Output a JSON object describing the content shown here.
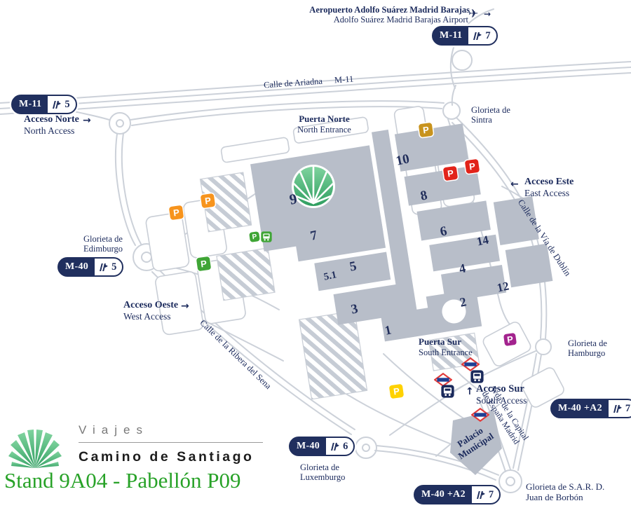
{
  "airport": {
    "line1": "Aeropuerto Adolfo Suárez Madrid Barajas",
    "line2": "Adolfo Suárez Madrid Barajas  Airport",
    "arrow": "→"
  },
  "icons": {
    "airplane": "✈",
    "parking": "P"
  },
  "streets": {
    "ariadna": "Calle de Ariadna",
    "ariadna_ref": "M-11",
    "dublin": "Calle de la Vía de Dublín",
    "ribera": "Calle de la Ribera del Sena",
    "avda1": "Avda. de la Capital",
    "avda2": "de España Madrid"
  },
  "badges": [
    {
      "road": "M-11",
      "value": "7"
    },
    {
      "road": "M-11",
      "value": "5"
    },
    {
      "road": "M-40",
      "value": "5"
    },
    {
      "road": "M-40",
      "value": "6"
    },
    {
      "road": "M-40 +A2",
      "value": "7"
    },
    {
      "road": "M-40 +A2",
      "value": "7"
    }
  ],
  "access": {
    "north": {
      "es": "Acceso Norte",
      "en": "North Access",
      "arrow": "→"
    },
    "east": {
      "es": "Acceso Este",
      "en": "East Access",
      "arrow": "←"
    },
    "west": {
      "es": "Acceso Oeste",
      "en": "West Access",
      "arrow": "→"
    },
    "south": {
      "es": "Acceso Sur",
      "en": "South Access",
      "arrow": "↑"
    }
  },
  "entrance": {
    "north": {
      "es": "Puerta Norte",
      "en": "North Entrance"
    },
    "south": {
      "es": "Puerta Sur",
      "en": "South Entrance"
    }
  },
  "glorietas": {
    "sintra": "Glorieta de Sintra",
    "edimburgo": "Glorieta de Edimburgo",
    "hamburgo": "Glorieta de Hamburgo",
    "luxemburgo": "Glorieta de Luxemburgo",
    "sar": "Glorieta de S.A.R. D. Juan de Borbón"
  },
  "pavilions": {
    "p1": "1",
    "p2": "2",
    "p3": "3",
    "p4": "4",
    "p5": "5",
    "p51": "5.1",
    "p6": "6",
    "p7": "7",
    "p8": "8",
    "p9": "9",
    "p10": "10",
    "p12": "12",
    "p14": "14"
  },
  "landmarks": {
    "palacio": "Palacio Municipal"
  },
  "footer": {
    "viajes": "Viajes",
    "brand": "Camino de Santiago",
    "stand": "Stand 9A04 - Pabellón P09"
  },
  "colors": {
    "navy": "#1b2a5c",
    "building_gray": "#b8bec9",
    "road_gray": "#ccd1d9",
    "stand_green": "#28a228",
    "logo_green_light": "#7fd39e",
    "logo_green_dark": "#2f9e60",
    "parking_gold": "#c8931d",
    "parking_orange": "#f7941d",
    "parking_red": "#e2231a",
    "parking_green": "#3fa535",
    "parking_yellow": "#ffd200",
    "parking_purple": "#a3238e",
    "metro_red": "#e23b3b",
    "metro_blue": "#1e3f94"
  }
}
